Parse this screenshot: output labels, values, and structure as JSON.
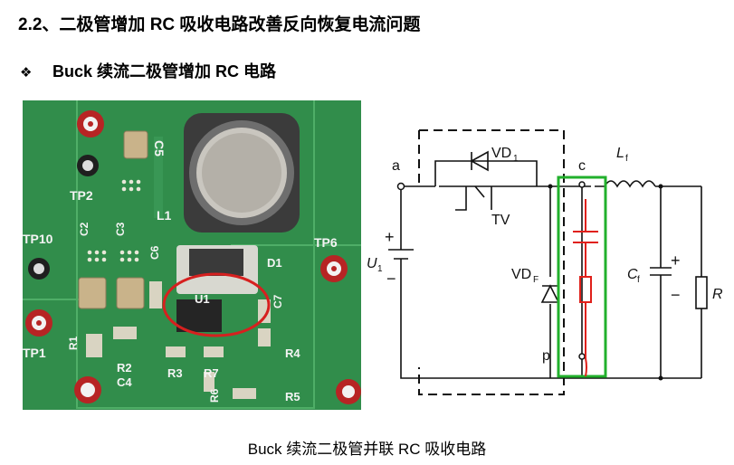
{
  "section": {
    "title": "2.2、二极管增加 RC 吸收电路改善反向恢复电流问题"
  },
  "subsection": {
    "bullet": "❖",
    "title": "Buck 续流二极管增加 RC 电路"
  },
  "photo": {
    "labels": {
      "c5": "C5",
      "l1": "L1",
      "tp2": "TP2",
      "tp10": "TP10",
      "tp6": "TP6",
      "tp1": "TP1",
      "c2": "C2",
      "c3": "C3",
      "c6": "C6",
      "d1": "D1",
      "u1": "U1",
      "c7": "C7",
      "r1": "R1",
      "r2": "R2",
      "c4": "C4",
      "r3": "R3",
      "r7": "R7",
      "r4": "R4",
      "r6": "R6",
      "r5": "R5"
    },
    "board_color": "#2f8a4a",
    "highlight_color": "#d6201f"
  },
  "schematic": {
    "labels": {
      "node_a": "a",
      "node_c": "c",
      "node_p": "p",
      "diode_top": "VD",
      "diode_top_sub": "1",
      "switch": "TV",
      "inductor": "L",
      "inductor_sub": "f",
      "source": "U",
      "source_sub": "1",
      "diode_f": "VD",
      "diode_f_sub": "F",
      "cap": "C",
      "cap_sub": "f",
      "resistor": "R",
      "plus1": "+",
      "minus1": "−",
      "plus2": "+",
      "minus2": "−"
    },
    "rc_color": "#e0201a",
    "box_color": "#22b02c"
  },
  "caption": {
    "text": "Buck  续流二极管并联 RC 吸收电路"
  }
}
